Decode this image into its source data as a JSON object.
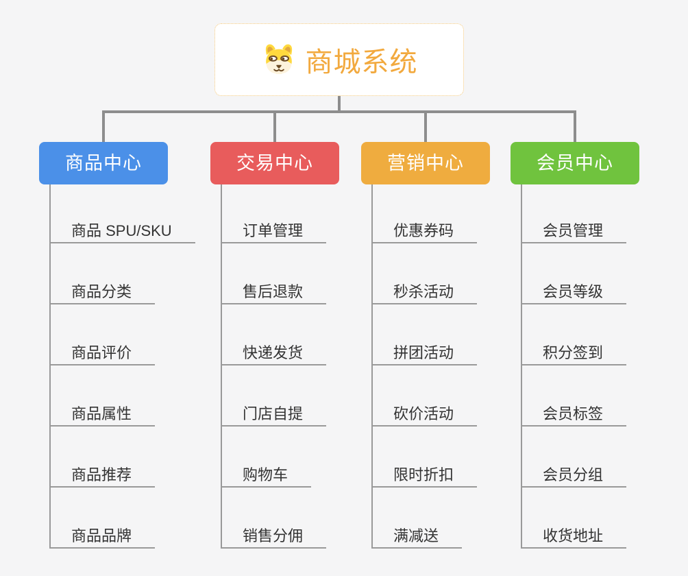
{
  "page": {
    "background": "#f5f6f6"
  },
  "root": {
    "title": "商城系统",
    "title_color": "#f2a93e",
    "border_color": "#f5c879",
    "icon": "dog-icon"
  },
  "connector_color": "#8d8d8d",
  "branch_line_color": "#999999",
  "branches": [
    {
      "label": "商品中心",
      "color": "#4b90e8",
      "items": [
        "商品 SPU/SKU",
        "商品分类",
        "商品评价",
        "商品属性",
        "商品推荐",
        "商品品牌"
      ]
    },
    {
      "label": "交易中心",
      "color": "#e85c5c",
      "items": [
        "订单管理",
        "售后退款",
        "快递发货",
        "门店自提",
        "购物车",
        "销售分佣"
      ]
    },
    {
      "label": "营销中心",
      "color": "#efac3f",
      "items": [
        "优惠券码",
        "秒杀活动",
        "拼团活动",
        "砍价活动",
        "限时折扣",
        "满减送"
      ]
    },
    {
      "label": "会员中心",
      "color": "#70c33e",
      "items": [
        "会员管理",
        "会员等级",
        "积分签到",
        "会员标签",
        "会员分组",
        "收货地址"
      ]
    }
  ]
}
